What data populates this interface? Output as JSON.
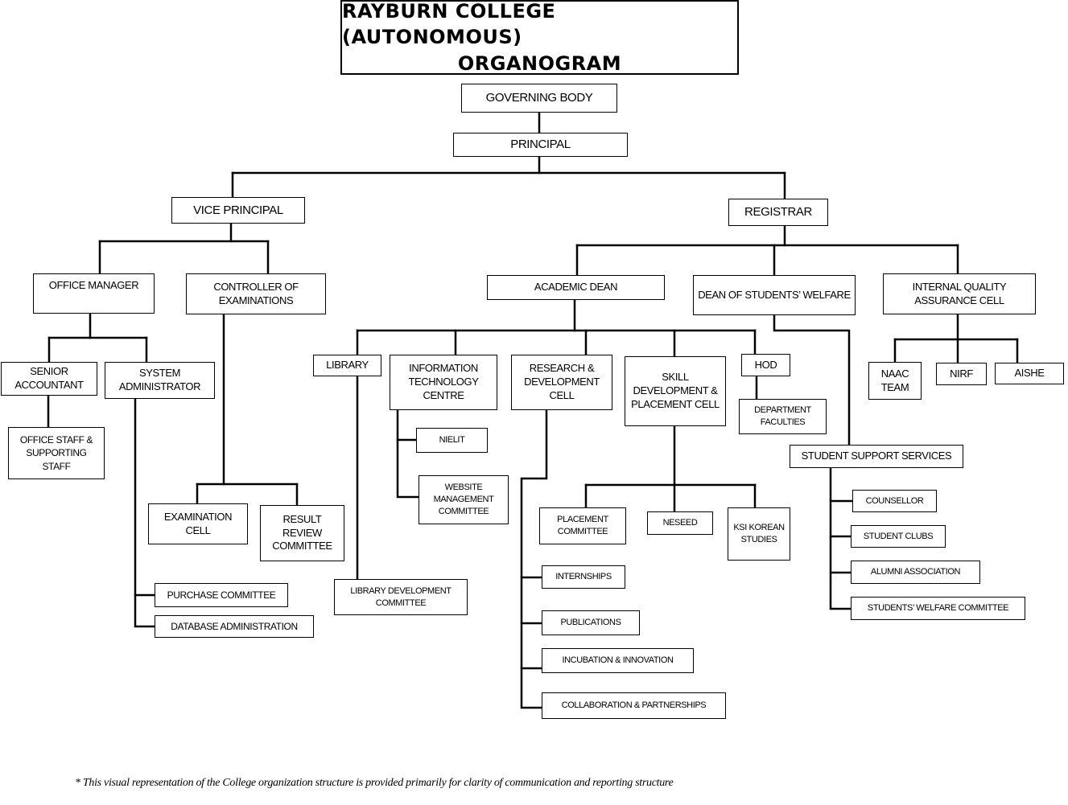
{
  "title": {
    "line1": "RAYBURN COLLEGE (AUTONOMOUS)",
    "line2": "ORGANOGRAM"
  },
  "nodes": {
    "governing_body": "GOVERNING BODY",
    "principal": "PRINCIPAL",
    "vice_principal": "VICE PRINCIPAL",
    "registrar": "REGISTRAR",
    "office_manager": "OFFICE MANAGER",
    "controller_of_examinations": "CONTROLLER OF EXAMINATIONS",
    "senior_accountant": "SENIOR ACCOUNTANT",
    "system_administrator": "SYSTEM ADMINISTRATOR",
    "office_staff": "OFFICE STAFF & SUPPORTING STAFF",
    "examination_cell": "EXAMINATION CELL",
    "result_review_committee": "RESULT REVIEW COMMITTEE",
    "purchase_committee": "PURCHASE COMMITTEE",
    "database_administration": "DATABASE ADMINISTRATION",
    "academic_dean": "ACADEMIC DEAN",
    "dean_students_welfare": "DEAN OF STUDENTS’ WELFARE",
    "iqac": "INTERNAL QUALITY ASSURANCE CELL",
    "library": "LIBRARY",
    "it_centre": "INFORMATION TECHNOLOGY CENTRE",
    "rnd_cell": "RESEARCH & DEVELOPMENT CELL",
    "skill_dev_cell": "SKILL DEVELOPMENT & PLACEMENT CELL",
    "hod": "HOD",
    "department_faculties": "DEPARTMENT FACULTIES",
    "nielit": "NIELIT",
    "website_committee": "WEBSITE MANAGEMENT COMMITTEE",
    "library_dev_committee": "LIBRARY DEVELOPMENT COMMITTEE",
    "placement_committee": "PLACEMENT COMMITTEE",
    "neseed": "NESEED",
    "ksi_korean": "KSI KOREAN STUDIES",
    "internships": "INTERNSHIPS",
    "publications": "PUBLICATIONS",
    "incubation": "INCUBATION & INNOVATION",
    "collaboration": "COLLABORATION & PARTNERSHIPS",
    "student_support": "STUDENT SUPPORT SERVICES",
    "counsellor": "COUNSELLOR",
    "student_clubs": "STUDENT CLUBS",
    "alumni": "ALUMNI ASSOCIATION",
    "swc": "STUDENTS’ WELFARE COMMITTEE",
    "naac": "NAAC TEAM",
    "nirf": "NIRF",
    "aishe": "AISHE"
  },
  "footnote": "* This visual representation of the College organization structure is provided primarily for clarity of communication and reporting structure"
}
